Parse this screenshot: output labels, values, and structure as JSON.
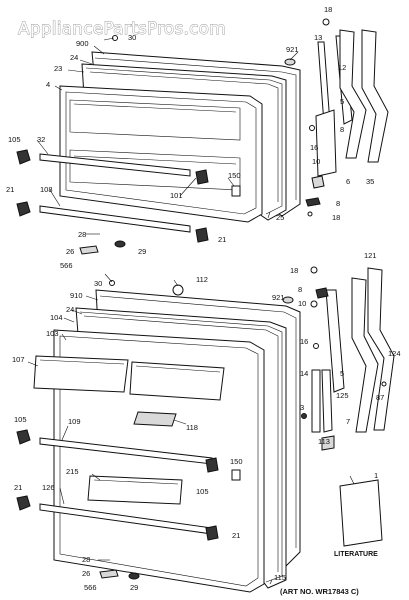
{
  "watermark": "AppliancePartsPros.com",
  "art_no": "(ART NO. WR17843 C)",
  "literature_label": "LITERATURE",
  "top_labels": [
    "18",
    "30",
    "900",
    "24",
    "23",
    "4",
    "921",
    "13",
    "12",
    "5",
    "8",
    "16",
    "10",
    "105",
    "32",
    "108",
    "150",
    "101",
    "25",
    "6",
    "35",
    "8",
    "18",
    "21",
    "28",
    "26",
    "29",
    "21",
    "566"
  ],
  "bottom_labels": [
    "30",
    "112",
    "18",
    "910",
    "24",
    "104",
    "921",
    "103",
    "107",
    "8",
    "16",
    "10",
    "5",
    "121",
    "124",
    "14",
    "87",
    "3",
    "125",
    "118",
    "109",
    "105",
    "215",
    "150",
    "105",
    "113",
    "7",
    "1",
    "21",
    "126",
    "21",
    "28",
    "26",
    "566",
    "29",
    "115"
  ]
}
